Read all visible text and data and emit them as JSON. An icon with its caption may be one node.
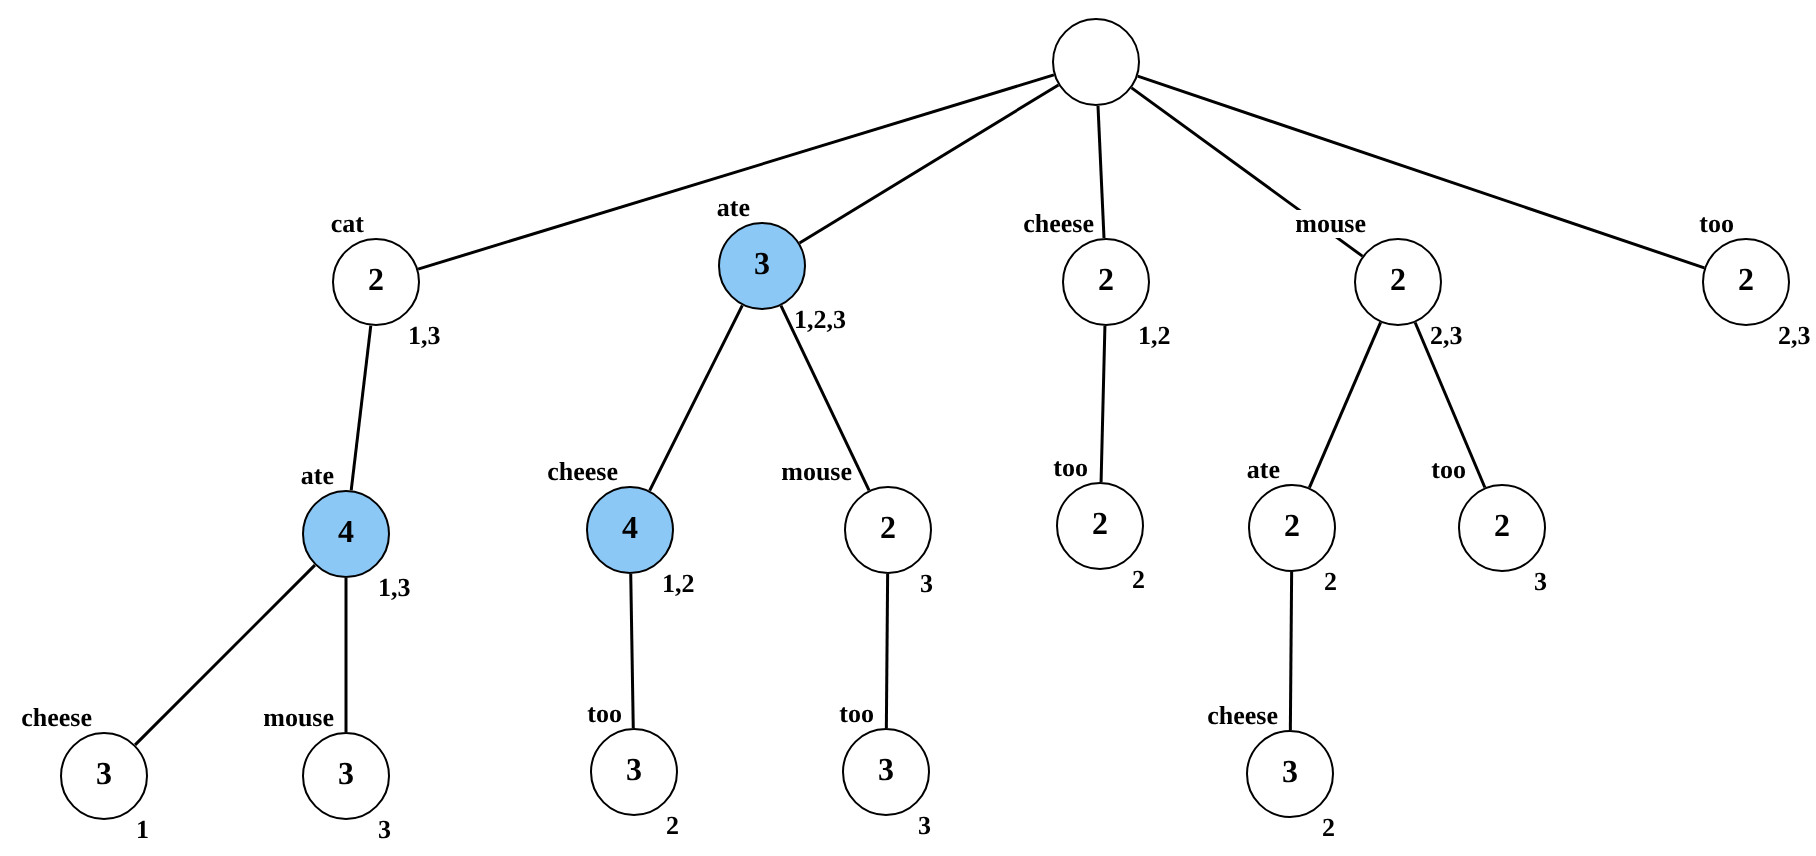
{
  "diagram": {
    "nodes": [
      {
        "text": [],
        "shape": "circle"
      },
      {
        "text": [
          "2"
        ],
        "beside": [
          "cat",
          "1,3"
        ]
      },
      {
        "text": [
          "3"
        ],
        "beside": [
          "ate",
          "1,2,3"
        ]
      },
      {
        "text": [
          "2"
        ],
        "beside": [
          "cheese",
          "1,2"
        ]
      },
      {
        "text": [
          "2"
        ],
        "beside": [
          "mouse",
          "2,3"
        ]
      },
      {
        "text": [
          "2"
        ],
        "beside": [
          "too",
          "2,3"
        ]
      },
      {
        "text": [
          "4"
        ],
        "beside": [
          "ate",
          "1,3"
        ]
      },
      {
        "text": [
          "4"
        ],
        "beside": [
          "cheese",
          "1,2"
        ]
      },
      {
        "text": [
          "2"
        ],
        "beside": [
          "mouse",
          "3"
        ]
      },
      {
        "text": [
          "2"
        ],
        "beside": [
          "too",
          "2"
        ]
      },
      {
        "text": [
          "2"
        ],
        "beside": [
          "ate",
          "2"
        ]
      },
      {
        "text": [
          "2"
        ],
        "beside": [
          "too",
          "3"
        ]
      },
      {
        "text": [
          "3"
        ],
        "beside": [
          "cheese",
          "1"
        ]
      },
      {
        "text": [
          "3"
        ],
        "beside": [
          "mouse",
          "3"
        ]
      },
      {
        "text": [
          "3"
        ],
        "beside": [
          "too",
          "2"
        ]
      },
      {
        "text": [
          "3"
        ],
        "beside": [
          "too",
          "3"
        ]
      },
      {
        "text": [
          "3"
        ],
        "beside": [
          "cheese",
          "2"
        ]
      }
    ],
    "edges": [
      {
        "from": 0,
        "to": 1,
        "arrow": "none"
      },
      {
        "from": 0,
        "to": 2,
        "arrow": "none"
      },
      {
        "from": 0,
        "to": 3,
        "arrow": "none"
      },
      {
        "from": 0,
        "to": 4,
        "arrow": "none"
      },
      {
        "from": 0,
        "to": 5,
        "arrow": "none"
      },
      {
        "from": 1,
        "to": 6,
        "arrow": "none"
      },
      {
        "from": 2,
        "to": 7,
        "arrow": "none"
      },
      {
        "from": 2,
        "to": 8,
        "arrow": "none"
      },
      {
        "from": 3,
        "to": 9,
        "arrow": "none"
      },
      {
        "from": 4,
        "to": 10,
        "arrow": "none"
      },
      {
        "from": 4,
        "to": 11,
        "arrow": "none"
      },
      {
        "from": 6,
        "to": 12,
        "arrow": "none"
      },
      {
        "from": 6,
        "to": 13,
        "arrow": "none"
      },
      {
        "from": 7,
        "to": 14,
        "arrow": "none"
      },
      {
        "from": 8,
        "to": 15,
        "arrow": "none"
      },
      {
        "from": 10,
        "to": 16,
        "arrow": "none"
      }
    ]
  }
}
